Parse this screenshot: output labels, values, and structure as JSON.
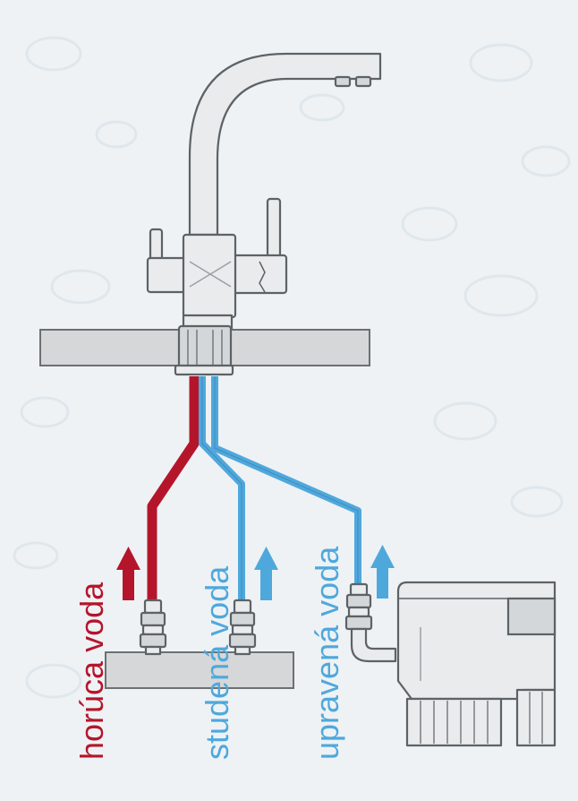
{
  "labels": {
    "hot": "horúca voda",
    "cold": "studená voda",
    "treated": "upravená voda"
  },
  "colors": {
    "hot": "#b5152b",
    "cold": "#4fa8dc",
    "background": "#eef2f5",
    "metal_outline": "#5c6266"
  }
}
